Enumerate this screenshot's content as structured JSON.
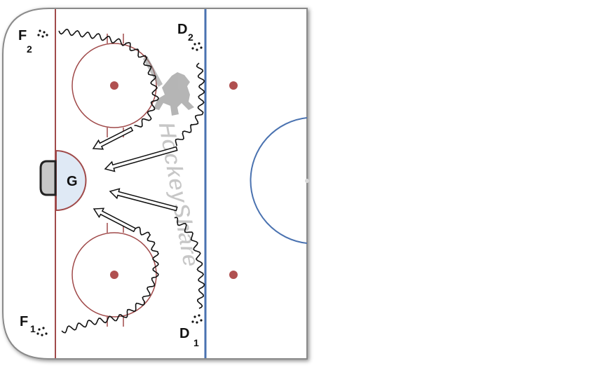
{
  "players": {
    "f2": {
      "letter": "F",
      "sub": "2"
    },
    "d2": {
      "letter": "D",
      "sub": "2"
    },
    "f1": {
      "letter": "F",
      "sub": "1"
    },
    "d1": {
      "letter": "D",
      "sub": "1"
    },
    "goalie": {
      "letter": "G"
    }
  },
  "watermark": {
    "text": "HockeyShare"
  },
  "colors": {
    "goal_line": "#a04a4a",
    "blue_line": "#4a72b0",
    "circle": "#a04a4a",
    "dot": "#b05050",
    "crease_fill": "#dfe9f5",
    "center_circle": "#4a72b0",
    "skate_path": "#111111",
    "pass_arrow": "#111111",
    "watermark": "#9a9a9a"
  }
}
